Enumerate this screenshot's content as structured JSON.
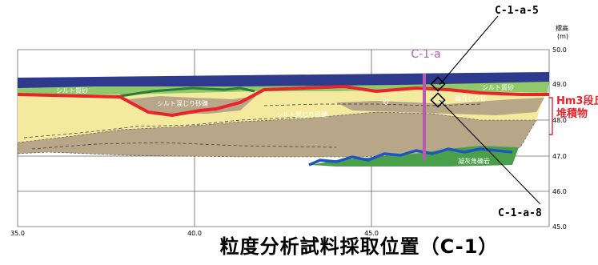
{
  "axes": {
    "elevation_label_kanji": "標高",
    "elevation_label_unit": "(m)",
    "y_ticks": [
      "50.0",
      "49.0",
      "48.0",
      "47.0",
      "46.0",
      "45.0"
    ],
    "x_ticks": [
      "35.0",
      "40.0",
      "45.0"
    ]
  },
  "section_line": {
    "label": "C-1-a"
  },
  "samples": [
    {
      "label": "C-1-a-5"
    },
    {
      "label": "C-1-a-8"
    }
  ],
  "strata_labels": {
    "silty_sand_left": "シルト質砂",
    "silt_mixed_gravel_upper": "シルト混じり砂礫",
    "sand_center": "砂",
    "silt_mixed_gravel_lower": "シルト混じり砂礫",
    "silty_sand_right": "シルト質砂",
    "gravel_right": "礫混じり砂",
    "clay_gravel": "凝灰角礫岩"
  },
  "terrace": {
    "line1": "Hm3段丘",
    "line2": "堆積物"
  },
  "title": "粒度分析試料採取位置（C-1）",
  "colors": {
    "topsoil": "#2e3a8c",
    "silty_sand": "#8fc96a",
    "sand": "#f3ea9e",
    "gravel_silt": "#b7a688",
    "bedrock": "#4aa04a",
    "red_line": "#e8232a",
    "blue_line": "#1f55c0",
    "green_line": "#2a7a3a",
    "section_line": "#b65bb0",
    "terrace_text": "#e8232a"
  }
}
